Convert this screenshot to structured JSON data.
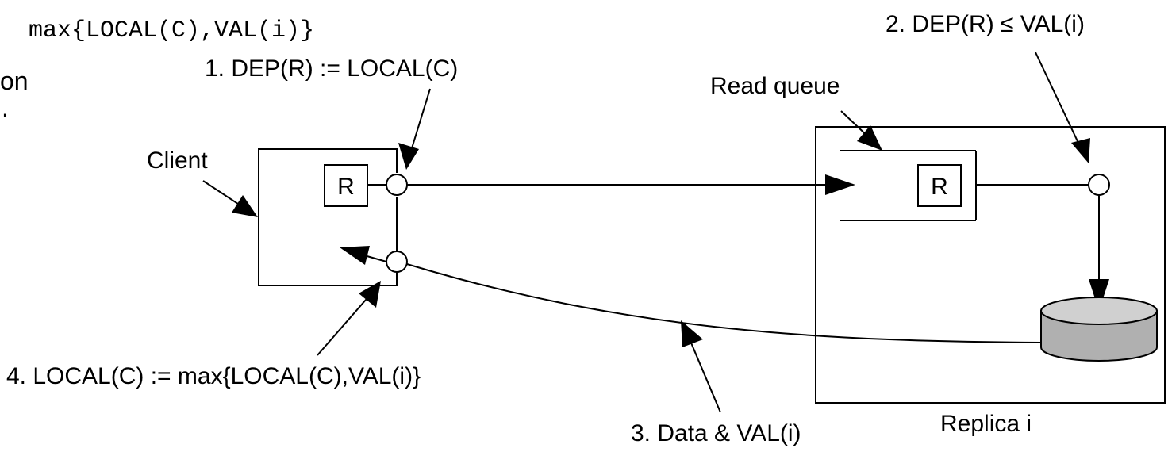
{
  "fragments": {
    "top_mono": "max{LOCAL(C),VAL(i)}",
    "left_on": "on",
    "left_dot": "."
  },
  "labels": {
    "step1": "1. DEP(R) := LOCAL(C)",
    "step2": "2. DEP(R) ≤ VAL(i)",
    "step3": "3. Data & VAL(i)",
    "step4": "4. LOCAL(C) := max{LOCAL(C),VAL(i)}",
    "client": "Client",
    "read_queue": "Read queue",
    "replica": "Replica i",
    "request_client": "R",
    "request_queue": "R"
  },
  "colors": {
    "line": "#000000",
    "disk_fill": "#b0b0b0",
    "disk_top": "#d0d0d0"
  }
}
